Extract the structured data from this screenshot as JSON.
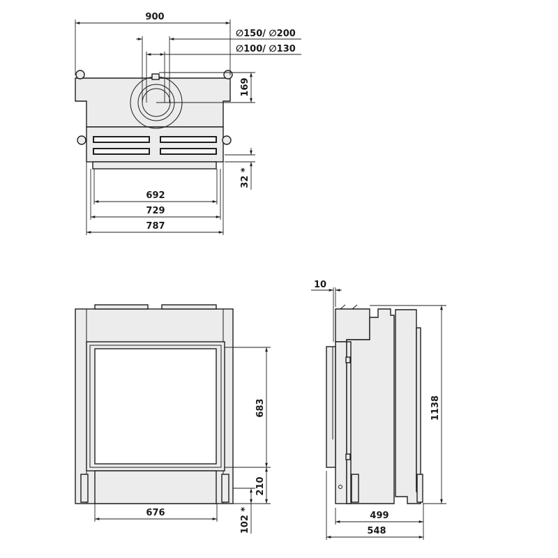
{
  "top_view": {
    "width_total": "900",
    "flue_outer": "∅150/ ∅200",
    "flue_inner": "∅100/ ∅130",
    "flue_offset": "169",
    "lip_height": "32 *",
    "width_692": "692",
    "width_729": "729",
    "width_787": "787"
  },
  "front_view": {
    "glass_height": "683",
    "bottom_height": "210",
    "base_height": "102 *",
    "glass_width": "676"
  },
  "side_view": {
    "offset": "10",
    "total_height": "1138",
    "depth_499": "499",
    "depth_548": "548"
  }
}
